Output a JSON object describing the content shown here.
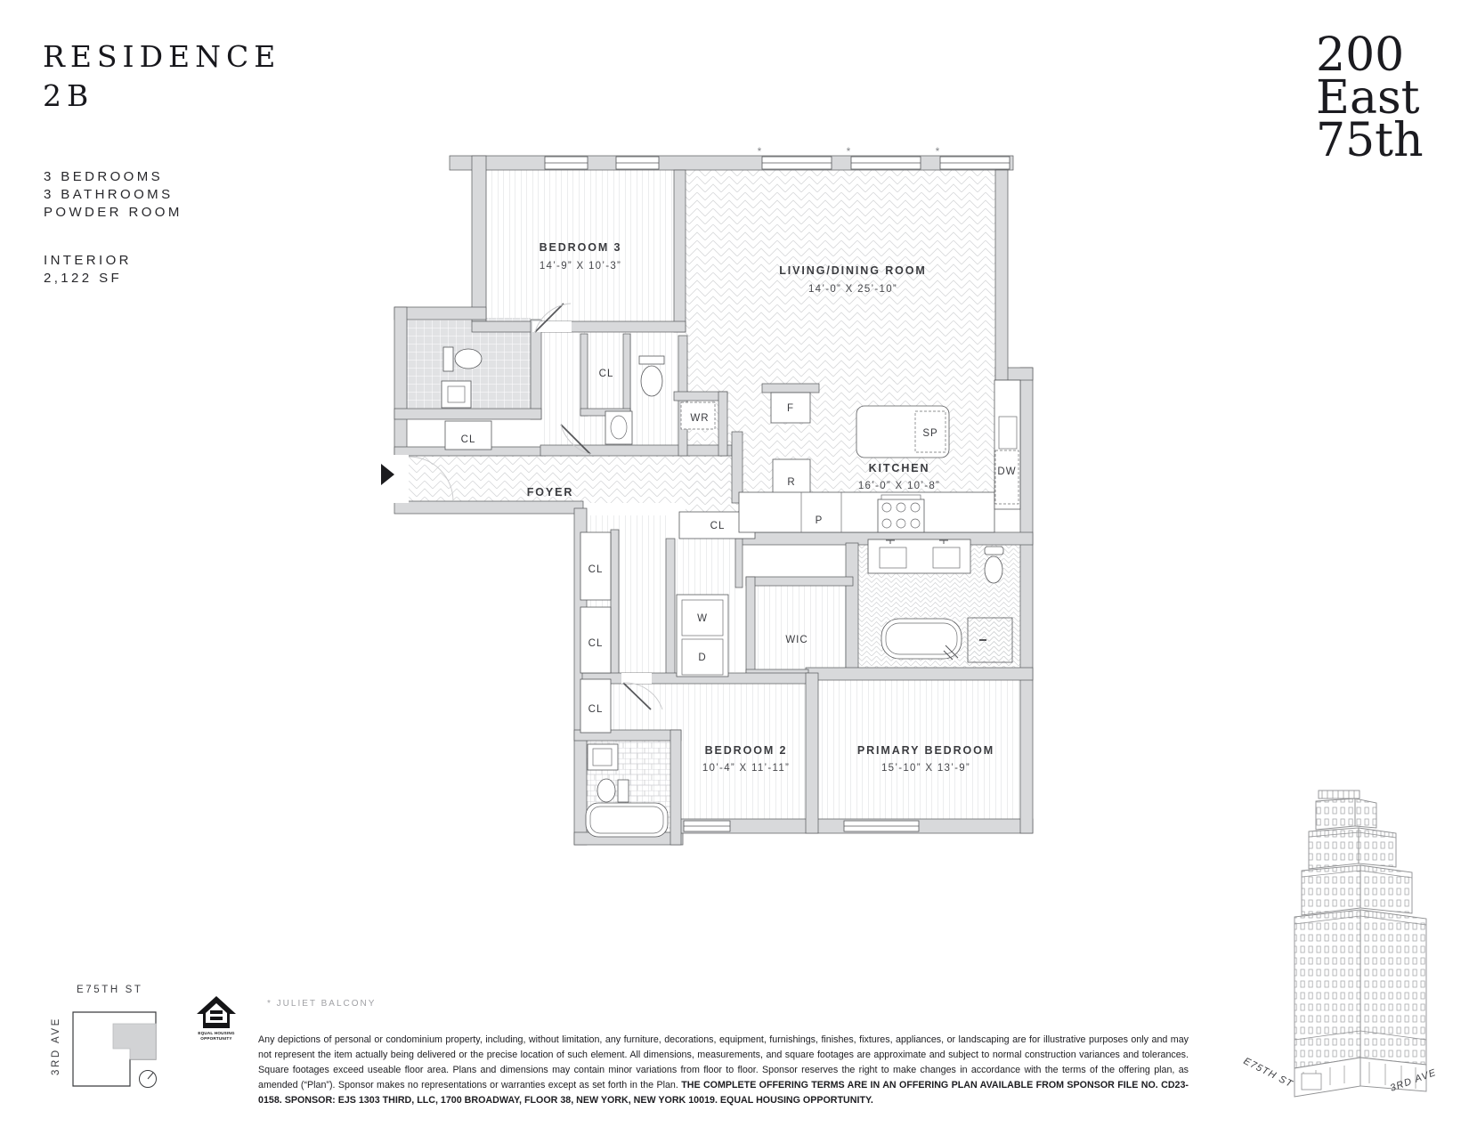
{
  "header": {
    "residence_line1": "RESIDENCE",
    "residence_line2": "2B",
    "specs": [
      "3 BEDROOMS",
      "3 BATHROOMS",
      "POWDER ROOM"
    ],
    "interior_label": "INTERIOR",
    "interior_area": "2,122 SF"
  },
  "brand": {
    "line1": "200",
    "line2": "East",
    "line3": "75th"
  },
  "floorplan": {
    "asterisk": "*",
    "rooms": [
      {
        "name": "BEDROOM 3",
        "dims": "14’-9” X 10’-3”"
      },
      {
        "name": "LIVING/DINING ROOM",
        "dims": "14’-0” X 25’-10”"
      },
      {
        "name": "KITCHEN",
        "dims": "16’-0” X 10’-8”"
      },
      {
        "name": "FOYER",
        "dims": ""
      },
      {
        "name": "BEDROOM 2",
        "dims": "10’-4” X 11’-11”"
      },
      {
        "name": "PRIMARY BEDROOM",
        "dims": "15’-10” X 13’-9”"
      }
    ],
    "abbr": {
      "cl": "CL",
      "wr": "WR",
      "wic": "WIC",
      "w": "W",
      "d": "D",
      "f": "F",
      "r": "R",
      "sp": "SP",
      "dw": "DW",
      "p": "P"
    }
  },
  "site_map": {
    "street_top": "E75TH ST",
    "street_side": "3RD AVE"
  },
  "building": {
    "street_left": "E75TH ST",
    "street_right": "3RD AVE"
  },
  "footnote": "* JULIET BALCONY",
  "equal_housing": {
    "line1": "EQUAL HOUSING",
    "line2": "OPPORTUNITY"
  },
  "disclaimer": {
    "text_normal": "Any depictions of personal or condominium property, including, without limitation, any furniture, decorations, equipment, furnishings, finishes, fixtures, appliances, or landscaping are for illustrative purposes only and may not represent the item actually being delivered or the precise location of such element. All dimensions, measurements, and square footages are approximate and subject to normal construction variances and tolerances. Square footages exceed useable floor area. Plans and dimensions may contain minor variations from floor to floor. Sponsor reserves the right to make changes in accordance with the terms of the offering plan, as amended (“Plan”). Sponsor makes no representations or warranties except as set forth in the Plan. ",
    "text_bold": "THE COMPLETE OFFERING TERMS ARE IN AN OFFERING PLAN AVAILABLE FROM SPONSOR FILE NO. CD23-0158. SPONSOR: EJS 1303 THIRD, LLC, 1700 BROADWAY, FLOOR 38, NEW YORK, NEW YORK 10019. EQUAL HOUSING OPPORTUNITY."
  }
}
